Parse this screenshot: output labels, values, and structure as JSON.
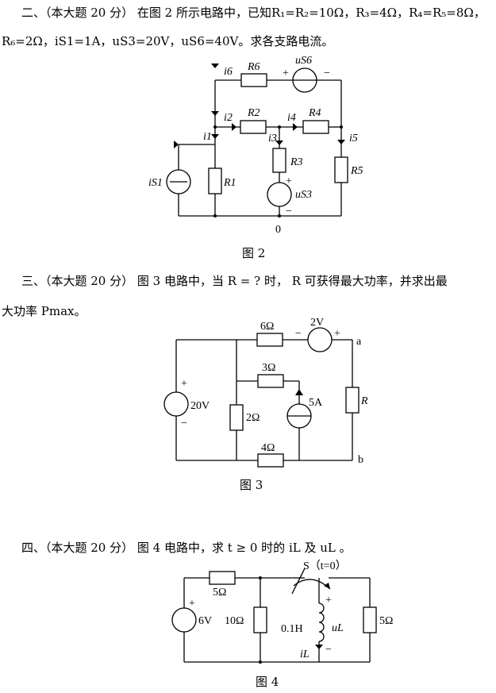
{
  "q2": {
    "line1": "二、（本大题 20 分） 在图 2 所示电路中，已知R₁=R₂=10Ω，R₃=4Ω，R₄=R₅=8Ω，",
    "line2": "R₆=2Ω，iS1=1A，uS3=20V，uS6=40V。求各支路电流。",
    "caption": "图 2",
    "labels": {
      "i6": "i6",
      "R6": "R6",
      "uS6": "uS6",
      "i2": "i2",
      "R2": "R2",
      "i4": "i4",
      "R4": "R4",
      "i1": "i1",
      "i3": "i3",
      "i5": "i5",
      "iS1": "iS1",
      "R1": "R1",
      "R3": "R3",
      "R5": "R5",
      "uS3": "uS3",
      "node0": "0",
      "plus": "+",
      "minus": "−"
    }
  },
  "q3": {
    "line1": "三、（本大题 20 分） 图 3 电路中，当 R = ? 时， R 可获得最大功率，并求出最",
    "line2": "大功率 Pmax。",
    "caption": "图 3",
    "labels": {
      "r6": "6Ω",
      "v2": "2V",
      "a": "a",
      "b": "b",
      "r3": "3Ω",
      "v20": "20V",
      "r2": "2Ω",
      "i5": "5A",
      "R": "R",
      "r4": "4Ω",
      "plus": "+",
      "minus": "−"
    }
  },
  "q4": {
    "line1": "四、（本大题 20 分） 图 4 电路中，求 t ≥ 0 时的 iL 及 uL 。",
    "caption": "图 4",
    "labels": {
      "r5a": "5Ω",
      "switch": "S（t=0）",
      "v6": "6V",
      "r10": "10Ω",
      "L": "0.1H",
      "uL": "uL",
      "iL": "iL",
      "r5b": "5Ω",
      "plus": "+",
      "minus": "−"
    }
  }
}
